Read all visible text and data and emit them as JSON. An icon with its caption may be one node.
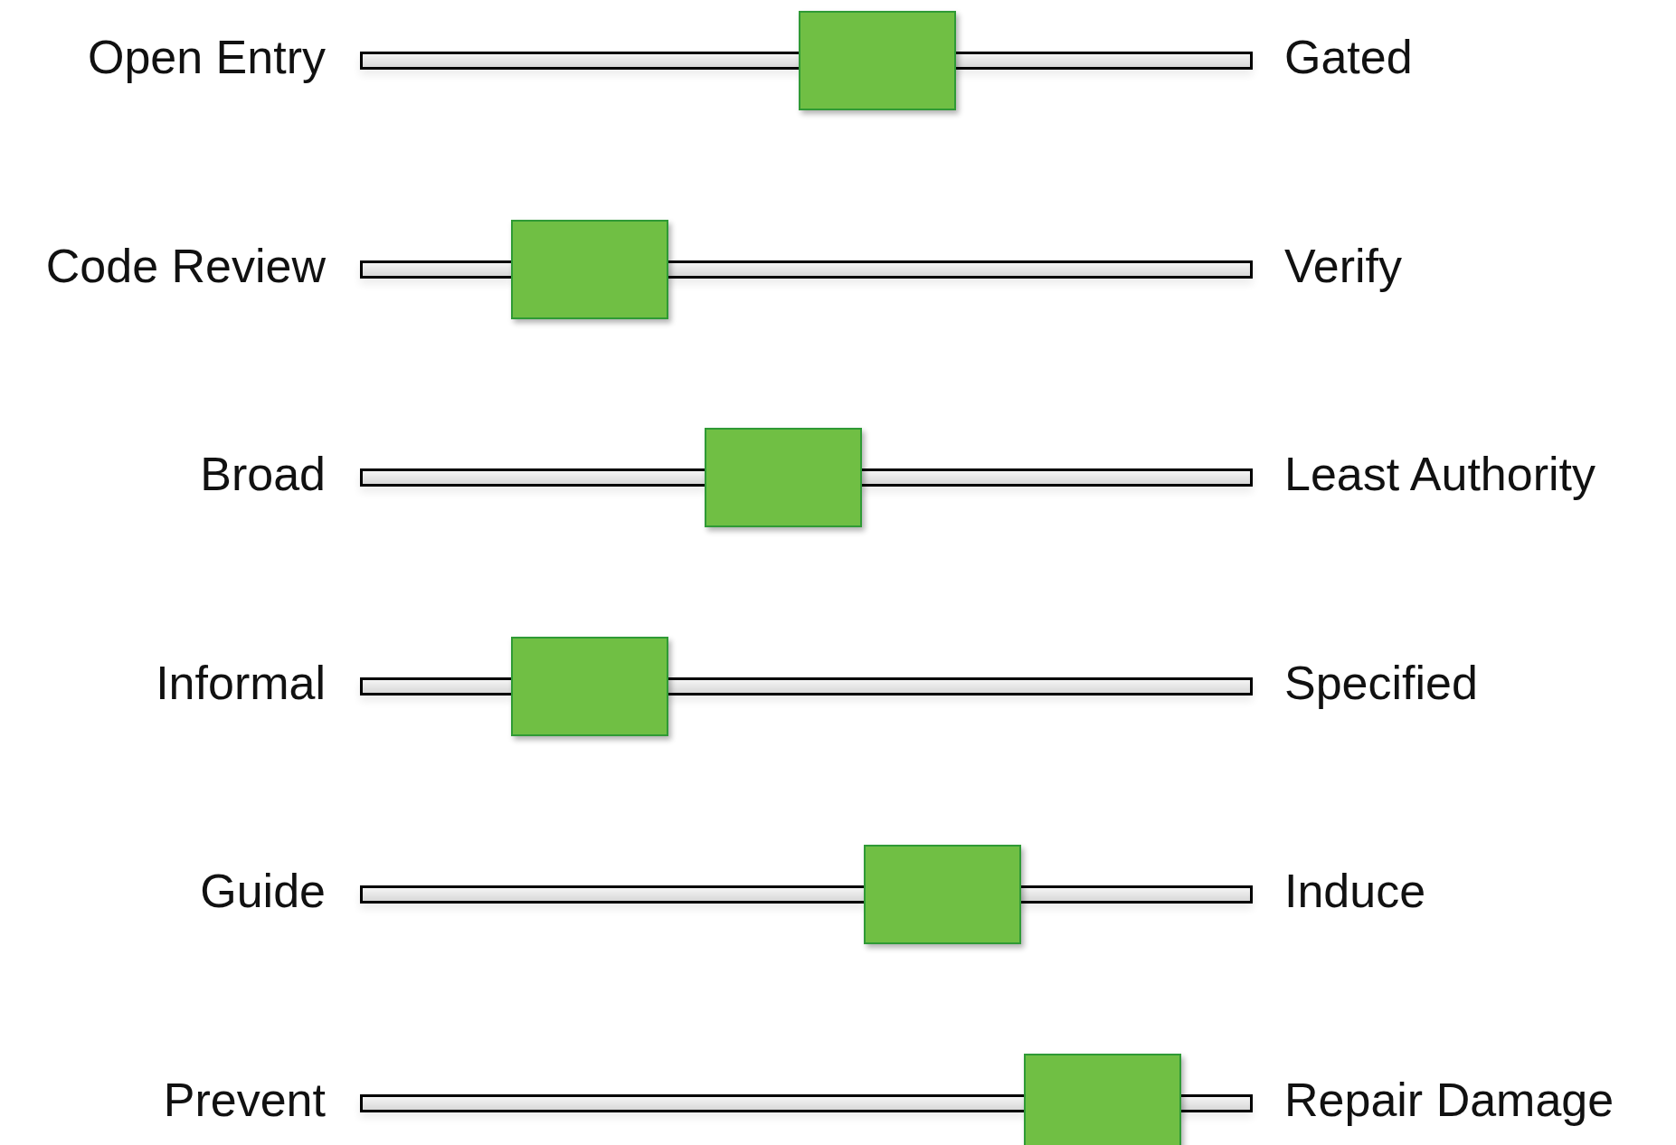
{
  "diagram": {
    "nodes": [
      {
        "text": [],
        "shape": "bar",
        "beside": [
          "Open Entry",
          "Gated"
        ]
      },
      {
        "text": [],
        "shape": "box"
      },
      {
        "text": [],
        "shape": "bar",
        "beside": [
          "Code Review",
          "Verify"
        ]
      },
      {
        "text": [],
        "shape": "box"
      },
      {
        "text": [],
        "shape": "bar",
        "beside": [
          "Broad",
          "Least Authority"
        ]
      },
      {
        "text": [],
        "shape": "box"
      },
      {
        "text": [],
        "shape": "bar",
        "beside": [
          "Informal",
          "Specified"
        ]
      },
      {
        "text": [],
        "shape": "box"
      },
      {
        "text": [],
        "shape": "bar",
        "beside": [
          "Guide",
          "Induce"
        ]
      },
      {
        "text": [],
        "shape": "box"
      },
      {
        "text": [],
        "shape": "bar",
        "beside": [
          "Prevent",
          "Repair Damage"
        ]
      },
      {
        "text": [],
        "shape": "box"
      }
    ]
  }
}
